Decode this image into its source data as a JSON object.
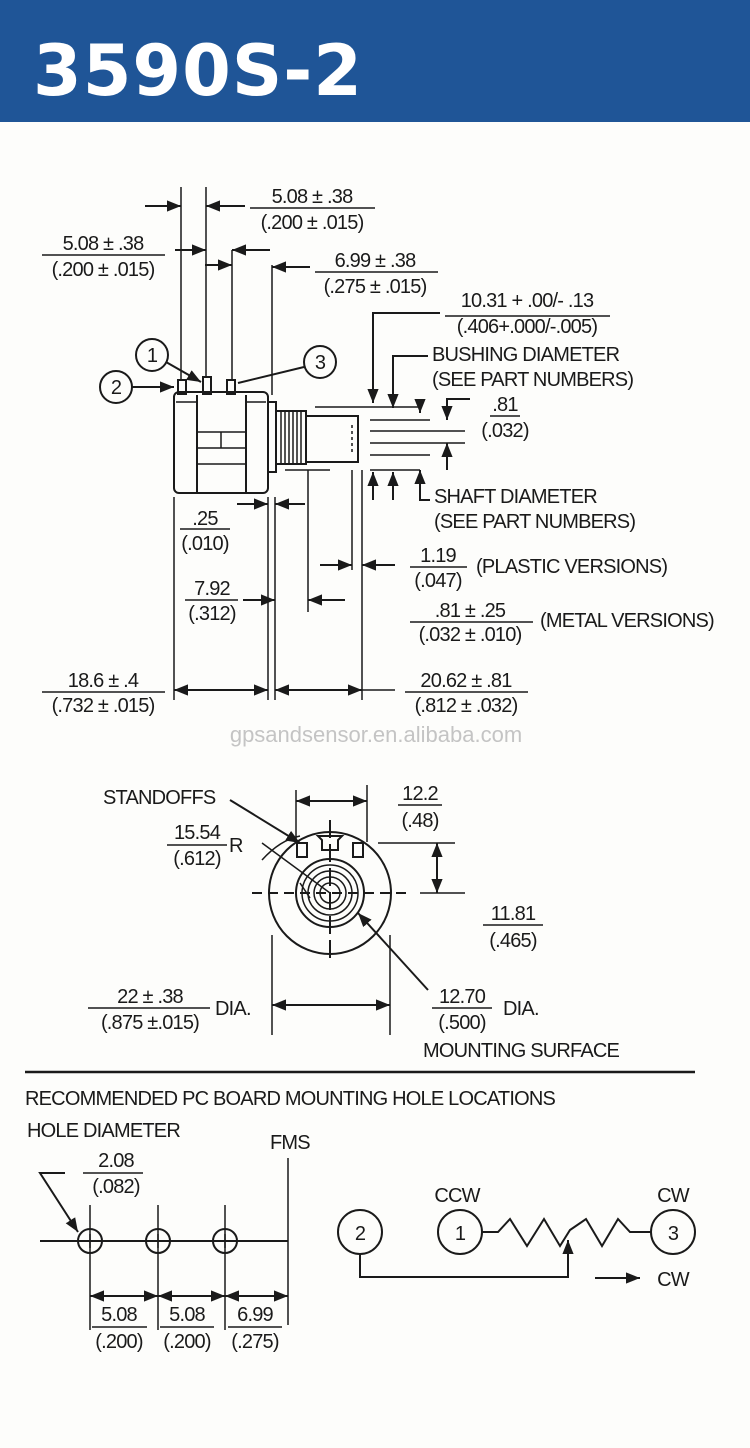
{
  "header": {
    "title": "3590S-2",
    "background_color": "#1f5597"
  },
  "side_view": {
    "pin_labels": [
      "1",
      "2",
      "3"
    ],
    "dim_pin_spacing_top": {
      "mm": "5.08 ± .38",
      "in": "(.200 ± .015)"
    },
    "dim_pin_spacing_left": {
      "mm": "5.08  ± .38",
      "in": "(.200 ± .015)"
    },
    "dim_pin3_offset": {
      "mm": "6.99 ± .38",
      "in": "(.275 ± .015)"
    },
    "dim_bushing_length": {
      "mm": "10.31 + .00/- .13",
      "in": "(.406+.000/-.005)"
    },
    "bushing_note": [
      "BUSHING DIAMETER",
      "(SEE PART NUMBERS)"
    ],
    "dim_flat": {
      "mm": ".81",
      "in": "(.032)"
    },
    "shaft_note": [
      "SHAFT DIAMETER",
      "(SEE PART NUMBERS)"
    ],
    "dim_panel_gap": {
      "mm": ".25",
      "in": "(.010)"
    },
    "dim_plastic": {
      "mm": "1.19",
      "in": "(.047)",
      "note": "(PLASTIC VERSIONS)"
    },
    "dim_bushing_depth": {
      "mm": "7.92",
      "in": "(.312)"
    },
    "dim_metal": {
      "mm": ".81 ± .25",
      "in": "(.032 ± .010)",
      "note": "(METAL VERSIONS)"
    },
    "dim_body_length": {
      "mm": "18.6 ± .4",
      "in": "(.732 ± .015)"
    },
    "dim_shaft_length": {
      "mm": "20.62 ± .81",
      "in": "(.812 ± .032)"
    },
    "watermark": "gpsandsensor.en.alibaba.com"
  },
  "front_view": {
    "standoffs_label": "STANDOFFS",
    "dim_radius": {
      "mm": "15.54",
      "in": "(.612)",
      "suffix": "R"
    },
    "dim_standoff_width": {
      "mm": "12.2",
      "in": "(.48)"
    },
    "dim_height": {
      "mm": "11.81",
      "in": "(.465)"
    },
    "dim_body_dia": {
      "mm": "22 ± .38",
      "in": "(.875 ±.015)",
      "suffix": "DIA."
    },
    "dim_mount_dia": {
      "mm": "12.70",
      "in": "(.500)",
      "suffix": "DIA."
    },
    "mounting_surface_label": "MOUNTING SURFACE"
  },
  "pcb": {
    "title": "RECOMMENDED PC BOARD MOUNTING HOLE LOCATIONS",
    "hole_label": "HOLE DIAMETER",
    "fms_label": "FMS",
    "dim_hole": {
      "mm": "2.08",
      "in": "(.082)"
    },
    "spacings": [
      {
        "mm": "5.08",
        "in": "(.200)"
      },
      {
        "mm": "5.08",
        "in": "(.200)"
      },
      {
        "mm": "6.99",
        "in": "(.275)"
      }
    ]
  },
  "schematic": {
    "terminals": [
      "2",
      "1",
      "3"
    ],
    "ccw_label": "CCW",
    "cw_label": "CW",
    "direction_label": "CW"
  }
}
